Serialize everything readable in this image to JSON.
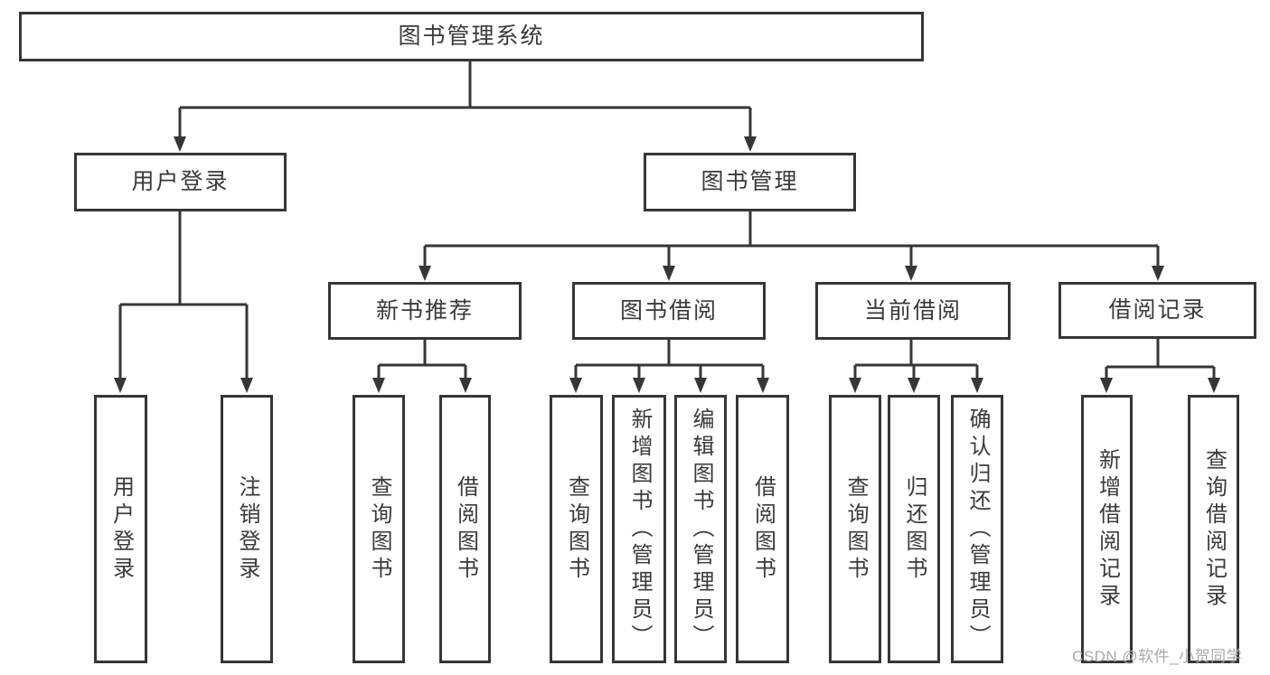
{
  "colors": {
    "line": "#363636",
    "text": "#3a3a3a",
    "background": "#ffffff",
    "watermark": "#a9a9a9"
  },
  "diagram": {
    "root": {
      "label": "图书管理系统"
    },
    "branches": [
      {
        "label": "用户登录",
        "children": [
          {
            "label": "用户登录"
          },
          {
            "label": "注销登录"
          }
        ]
      },
      {
        "label": "图书管理",
        "children": [
          {
            "label": "新书推荐",
            "children": [
              {
                "label": "查询图书"
              },
              {
                "label": "借阅图书"
              }
            ]
          },
          {
            "label": "图书借阅",
            "children": [
              {
                "label": "查询图书"
              },
              {
                "label": "新增图书（管理员）"
              },
              {
                "label": "编辑图书（管理员）"
              },
              {
                "label": "借阅图书"
              }
            ]
          },
          {
            "label": "当前借阅",
            "children": [
              {
                "label": "查询图书"
              },
              {
                "label": "归还图书"
              },
              {
                "label": "确认归还（管理员）"
              }
            ]
          },
          {
            "label": "借阅记录",
            "children": [
              {
                "label": "新增借阅记录"
              },
              {
                "label": "查询借阅记录"
              }
            ]
          }
        ]
      }
    ]
  },
  "watermark": {
    "text": "CSDN @软件_小贺同学"
  }
}
